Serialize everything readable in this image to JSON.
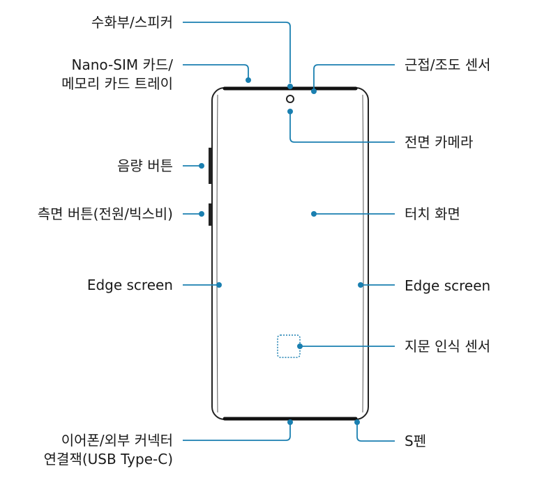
{
  "colors": {
    "callout": "#1a7fb0",
    "device_outline": "#222222",
    "text": "#1a1a1a"
  },
  "labels": {
    "receiver_speaker": "수화부/스피커",
    "sim_tray_line1": "Nano-SIM 카드/",
    "sim_tray_line2": "메모리 카드 트레이",
    "proximity_light_sensor": "근접/조도 센서",
    "front_camera": "전면 카메라",
    "volume_button": "음량 버튼",
    "side_key": "측면 버튼(전원/빅스비)",
    "touch_screen": "터치 화면",
    "edge_screen_left": "Edge screen",
    "edge_screen_right": "Edge screen",
    "fingerprint_sensor": "지문 인식 센서",
    "usb_connector_line1": "이어폰/외부 커넥터",
    "usb_connector_line2": "연결잭(USB Type-C)",
    "s_pen": "S펜"
  }
}
